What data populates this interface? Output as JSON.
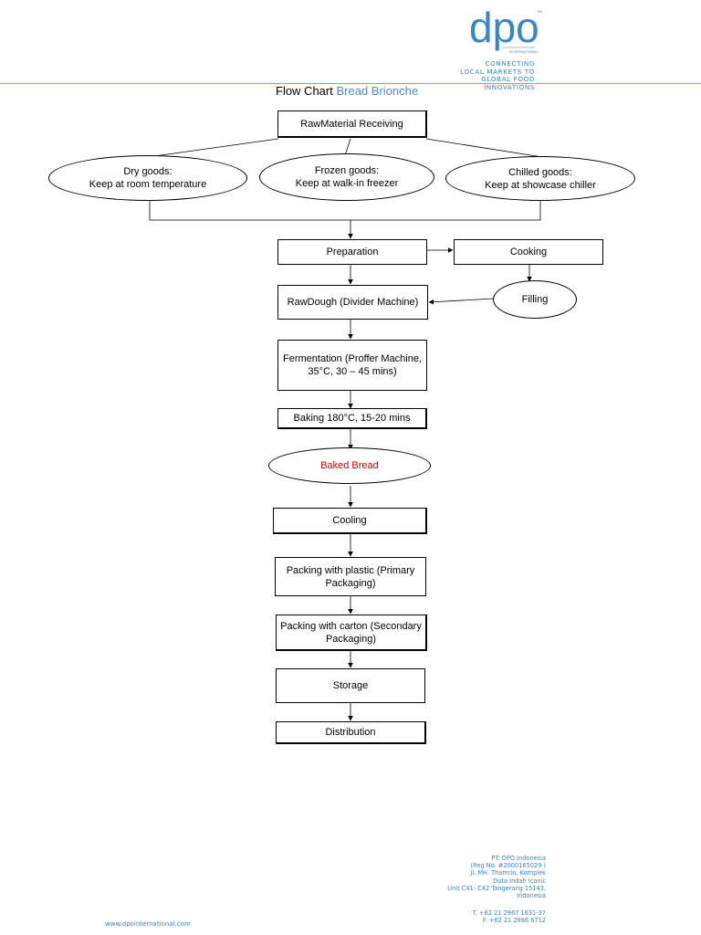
{
  "header": {
    "logo_text": "dpo",
    "logo_sub": "INTERNATIONAL",
    "logo_tm": "TM",
    "tagline": "CONNECTING\nLOCAL MARKETS TO\nGLOBAL FOOD INNOVATIONS",
    "title_prefix": "Flow Chart",
    "title_accent": "Bread Brionche"
  },
  "colors": {
    "brand": "#3a86c4",
    "accent": "#4a90c8",
    "highlight_text": "#cc0000"
  },
  "nodes": {
    "raw_material": "RawMaterial Receiving",
    "dry_goods": "Dry goods:\nKeep at room temperature",
    "frozen_goods": "Frozen goods:\nKeep at walk-in freezer",
    "chilled_goods": "Chilled goods:\nKeep at showcase chiller",
    "preparation": "Preparation",
    "cooking": "Cooking",
    "filling": "Filling",
    "raw_dough": "RawDough (Divider Machine)",
    "fermentation": "Fermentation (Proffer Machine, 35°C, 30 – 45 mins)",
    "baking": "Baking 180°C, 15-20 mins",
    "baked_bread": "Baked Bread",
    "cooling": "Cooling",
    "packing_primary": "Packing with plastic (Primary Packaging)",
    "packing_secondary": "Packing with carton (Secondary Packaging)",
    "storage": "Storage",
    "distribution": "Distribution"
  },
  "footer": {
    "address": "PT. DPO Indonesia\n(Reg No. #2000165029 )\nJl. MH. Thamrin, Komplek\nDuta Indah Iconic\nUnit C41- C42 Tangerang 15143,\nIndonesia",
    "contact": "T. +62 21 2967 1631-37\nF. +62 21 2986 6712",
    "url": "www.dpointernational.com"
  }
}
